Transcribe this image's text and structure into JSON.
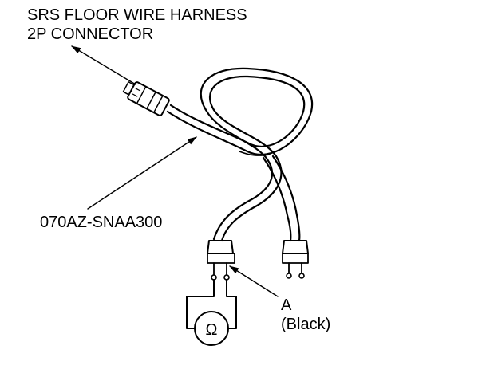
{
  "labels": {
    "title_line1": "SRS FLOOR WIRE HARNESS",
    "title_line2": "2P CONNECTOR",
    "part_number": "070AZ-SNAA300",
    "callout_a": "A",
    "callout_a_color": "(Black)",
    "ohm_symbol": "Ω"
  },
  "icons": {
    "meter": "ohmmeter-icon",
    "connector": "2p-connector-icon",
    "clip": "alligator-clip-icon"
  },
  "colors": {
    "line": "#000000",
    "background": "#ffffff"
  }
}
